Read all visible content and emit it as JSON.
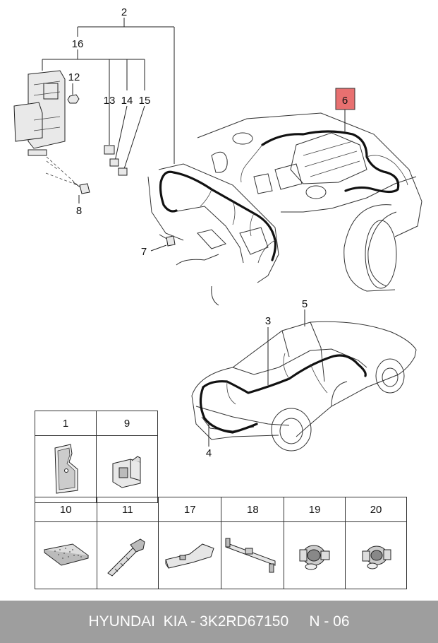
{
  "callouts": {
    "c2": "2",
    "c16": "16",
    "c12": "12",
    "c13": "13",
    "c14": "14",
    "c15": "15",
    "c6": "6",
    "c7": "7",
    "c8": "8",
    "c3": "3",
    "c5": "5",
    "c4": "4"
  },
  "parts_table": {
    "row1": [
      "1",
      "9"
    ],
    "row2": [
      "10",
      "11",
      "17",
      "18",
      "19",
      "20"
    ]
  },
  "highlight_color": "#e87070",
  "footer": {
    "brand": "HYUNDAI  KIA - 3K2RD67150",
    "page": "N - 06"
  }
}
